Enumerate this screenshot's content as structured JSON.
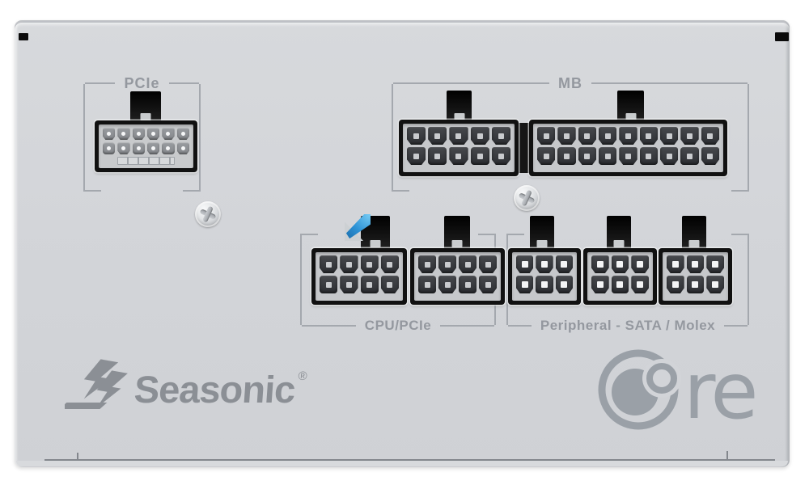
{
  "product": {
    "brand": "Seasonic",
    "registered_mark": "®",
    "series_name": "Core",
    "series_suffix": "re"
  },
  "groups": {
    "pcie": {
      "label": "PCIe"
    },
    "mb": {
      "label": "MB"
    },
    "cpu": {
      "label": "CPU/PCIe"
    },
    "peripheral": {
      "label": "Peripheral - SATA / Molex"
    }
  },
  "connectors": {
    "pcie12": {
      "rows": 2,
      "cols": 6,
      "pins": 12,
      "style": "pcie",
      "latch": true
    },
    "mb10": {
      "rows": 2,
      "cols": 5,
      "pins": 10,
      "style": "dark"
    },
    "mb18": {
      "rows": 2,
      "cols": 9,
      "pins": 18,
      "style": "dark"
    },
    "cpu8a": {
      "rows": 2,
      "cols": 4,
      "pins": 8,
      "style": "dark"
    },
    "cpu8b": {
      "rows": 2,
      "cols": 4,
      "pins": 8,
      "style": "dark"
    },
    "per6a": {
      "rows": 2,
      "cols": 3,
      "pins": 6,
      "style": "bright"
    },
    "per6b": {
      "rows": 2,
      "cols": 3,
      "pins": 6,
      "style": "bright"
    },
    "per6c": {
      "rows": 2,
      "cols": 3,
      "pins": 6,
      "style": "bright"
    }
  },
  "colors": {
    "panel": "#d3d5d9",
    "bracket_line": "#a4a8ae",
    "label_text": "#94989f",
    "logo_gray": "#8b8f95",
    "core_gray": "#9aa0a7",
    "connector_black": "#121212",
    "accent_blue": "#2f9fe0"
  }
}
